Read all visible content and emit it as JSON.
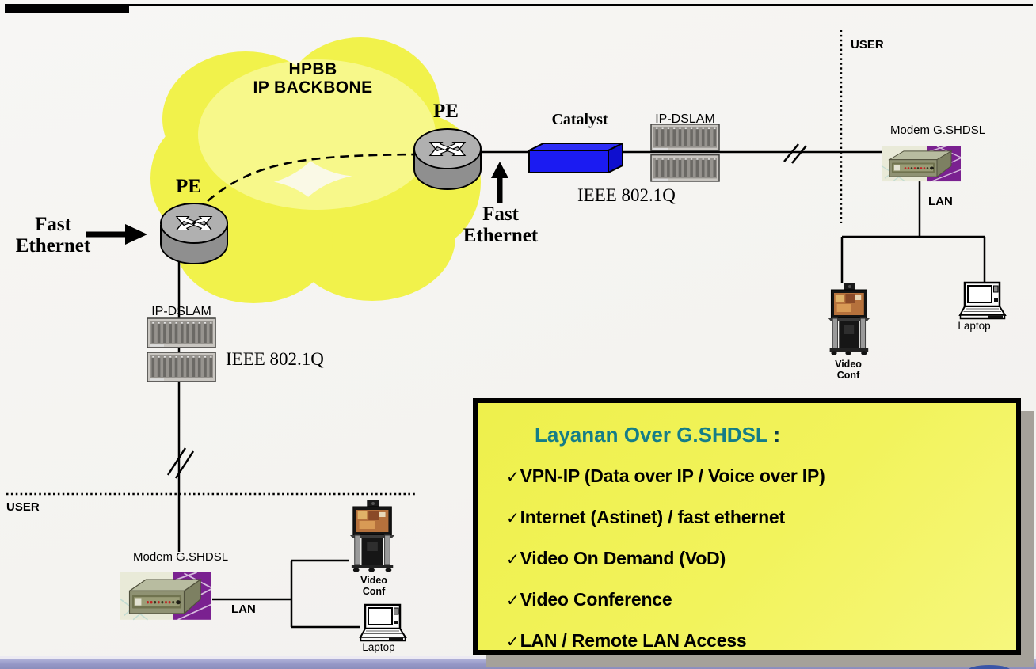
{
  "slide": {
    "background_color": "#f5f4f1",
    "top_bar_color": "#000000",
    "bottom_bar_color": "#9597c6"
  },
  "cloud": {
    "line1": "HPBB",
    "line2": "IP BACKBONE",
    "fill_color": "#f1f24b"
  },
  "network": {
    "pe_left_label": "PE",
    "pe_right_label": "PE",
    "fast_ethernet_left": {
      "line1": "Fast",
      "line2": "Ethernet"
    },
    "fast_ethernet_right": {
      "line1": "Fast",
      "line2": "Ethernet"
    },
    "catalyst_label": "Catalyst",
    "catalyst_color": "#1b1bf2",
    "ieee_label_top": "IEEE 802.1Q",
    "ieee_label_left": "IEEE 802.1Q",
    "ip_dslam_label_top": "IP-DSLAM",
    "ip_dslam_label_left": "IP-DSLAM",
    "user_label_top_right": "USER",
    "user_label_bottom_left": "USER",
    "modem_label_top_right": "Modem G.SHDSL",
    "modem_label_bottom_left": "Modem G.SHDSL",
    "lan_label_top_right": "LAN",
    "lan_label_bottom_left": "LAN",
    "video_conf_top_right": {
      "line1": "Video",
      "line2": "Conf"
    },
    "video_conf_bottom_left": {
      "line1": "Video",
      "line2": "Conf"
    },
    "laptop_label_top_right": "Laptop",
    "laptop_label_bottom_left": "Laptop"
  },
  "info_box": {
    "title": "Layanan Over G.SHDSL",
    "colon": " :",
    "title_color": "#157d87",
    "background_color": "#f2f35c",
    "check_glyph": "✓",
    "items": [
      "VPN-IP (Data over IP / Voice over IP)",
      "Internet (Astinet) / fast ethernet",
      "Video On Demand (VoD)",
      "Video Conference",
      "LAN / Remote LAN Access"
    ]
  }
}
